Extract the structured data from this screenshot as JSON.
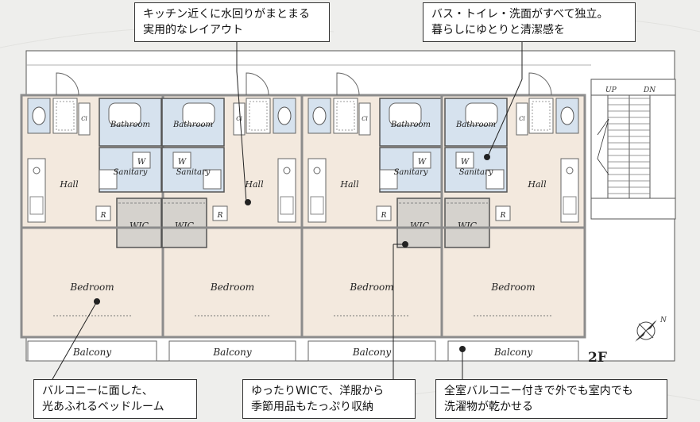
{
  "floor_label": "2F",
  "callouts": {
    "kitchen_water": [
      "キッチン近くに水回りがまとまる",
      "実用的なレイアウト"
    ],
    "bath_separate": [
      "バス・トイレ・洗面がすべて独立。",
      "暮らしにゆとりと清潔感を"
    ],
    "balcony_bedroom": [
      "バルコニーに面した、",
      "光あふれるベッドルーム"
    ],
    "wic": [
      "ゆったりWICで、洋服から",
      "季節用品もたっぷり収納"
    ],
    "all_balcony": [
      "全室バルコニー付きで外でも室内でも",
      "洗濯物が乾かせる"
    ]
  },
  "room_labels": {
    "bathroom": "Bathroom",
    "sanitary": "Sanitary",
    "washer": "W",
    "hall": "Hall",
    "wic": "WIC",
    "bedroom": "Bedroom",
    "balcony": "Balcony",
    "closet": "Cl",
    "refrigerator": "R"
  },
  "stairs": {
    "up": "UP",
    "down": "DN"
  },
  "compass": {
    "north": "N"
  },
  "colors": {
    "floor": "#f3e9de",
    "wet_area": "#d6e2ee",
    "wall": "#8c8c8c",
    "background": "#eeeeec"
  }
}
